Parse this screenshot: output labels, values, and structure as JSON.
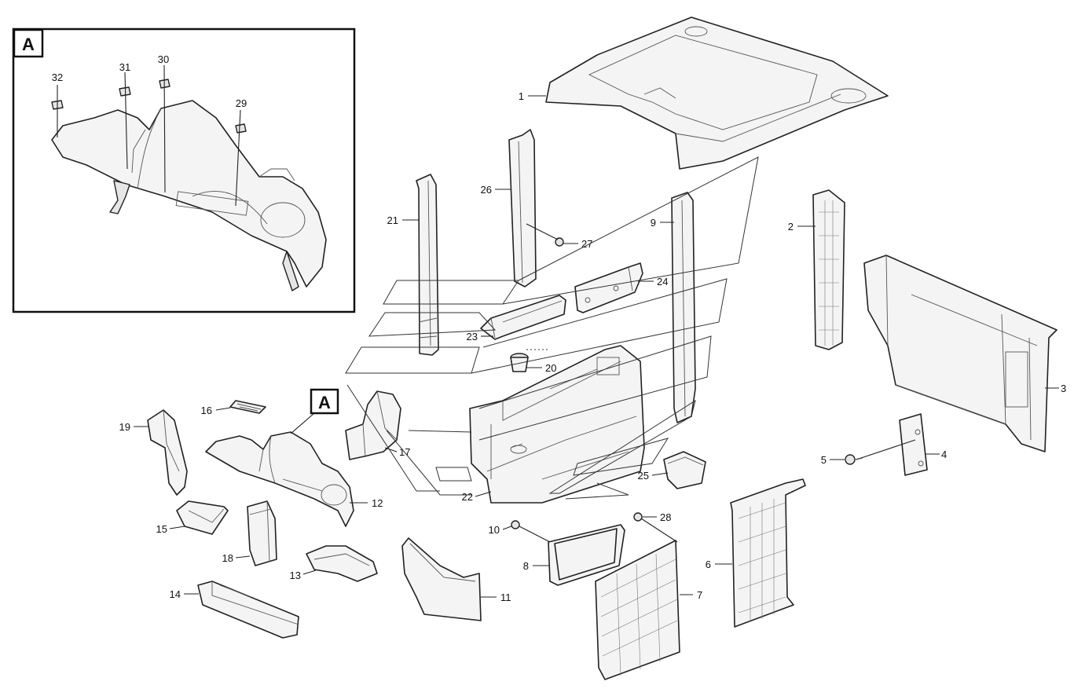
{
  "detail_box": {
    "tag": "A"
  },
  "detail_tag": "A",
  "callouts": {
    "c1": "1",
    "c2": "2",
    "c3": "3",
    "c4": "4",
    "c5": "5",
    "c6": "6",
    "c7": "7",
    "c8": "8",
    "c9": "9",
    "c10": "10",
    "c11": "11",
    "c12": "12",
    "c13": "13",
    "c14": "14",
    "c15": "15",
    "c16": "16",
    "c17": "17",
    "c18": "18",
    "c19": "19",
    "c20": "20",
    "c21": "21",
    "c22": "22",
    "c23": "23",
    "c24": "24",
    "c25": "25",
    "c26": "26",
    "c27": "27",
    "c28": "28",
    "c29": "29",
    "c30": "30",
    "c31": "31",
    "c32": "32"
  }
}
